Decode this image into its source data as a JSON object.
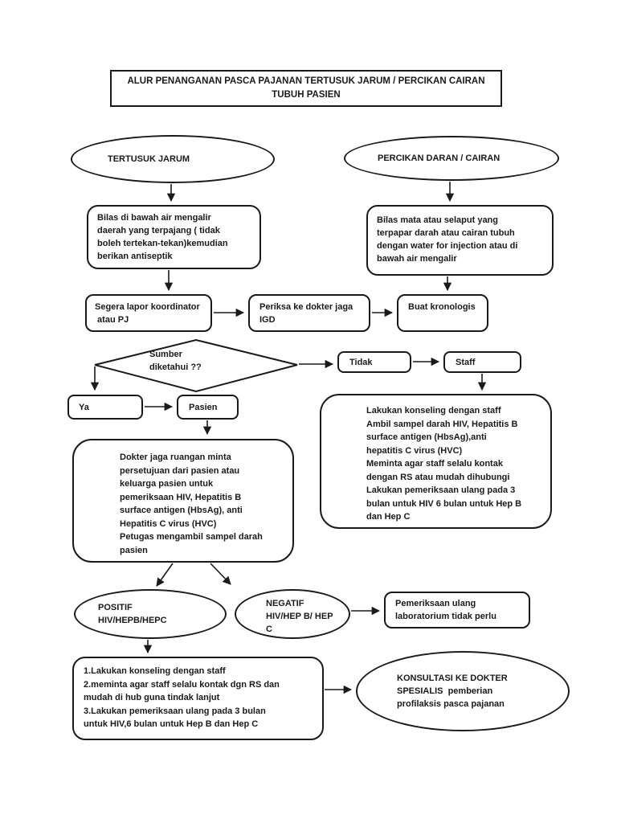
{
  "colors": {
    "ink": "#1a1a1a",
    "background": "#ffffff"
  },
  "title": {
    "text": "ALUR PENANGANAN PASCA PAJANAN TERTUSUK JARUM / PERCIKAN CAIRAN\nTUBUH PASIEN"
  },
  "nodes": {
    "tertusuk": {
      "label": "TERTUSUK JARUM"
    },
    "percikan": {
      "label": "PERCIKAN DARAN / CAIRAN"
    },
    "bilas_jarum": {
      "text": "Bilas di bawah air mengalir\ndaerah yang terpajang ( tidak\nboleh tertekan-tekan)kemudian\nberikan antiseptik"
    },
    "bilas_mata": {
      "text": "Bilas mata atau selaput yang\nterpapar darah atau cairan tubuh\ndengan water for injection atau di\nbawah air mengalir"
    },
    "lapor": {
      "text": "Segera lapor koordinator\n atau PJ"
    },
    "periksa": {
      "text": "Periksa ke dokter jaga\nIGD"
    },
    "kronologis": {
      "text": "Buat kronologis"
    },
    "sumber": {
      "text": "Sumber\ndiketahui ??"
    },
    "tidak": {
      "label": "Tidak"
    },
    "staff": {
      "label": "Staff"
    },
    "ya": {
      "label": "Ya"
    },
    "pasien": {
      "label": "Pasien"
    },
    "staff_branch": {
      "text": "Lakukan konseling dengan staff\nAmbil sampel darah HIV, Hepatitis B\nsurface antigen (HbsAg),anti\nhepatitis C virus (HVC)\nMeminta agar staff selalu kontak\ndengan RS atau mudah dihubungi\nLakukan pemeriksaan ulang pada 3\nbulan untuk HIV 6 bulan untuk Hep B\ndan Hep C"
    },
    "pasien_branch": {
      "text": "Dokter jaga ruangan minta\npersetujuan dari pasien atau\nkeluarga pasien untuk\npemeriksaan HIV, Hepatitis B\nsurface antigen (HbsAg), anti\nHepatitis C virus (HVC)\nPetugas mengambil sampel darah\npasien"
    },
    "positif": {
      "text": "POSITIF\nHIV/HEPB/HEPC"
    },
    "negatif": {
      "text": "NEGATIF\nHIV/HEP B/ HEP\nC"
    },
    "pemeriksaan": {
      "text": "Pemeriksaan ulang\nlaboratorium tidak perlu"
    },
    "konseling_bottom": {
      "text": "1.Lakukan konseling dengan staff\n2.meminta agar staff selalu kontak dgn RS dan\nmudah di hub guna tindak lanjut\n3.Lakukan pemeriksaan ulang pada 3 bulan\nuntuk HIV,6 bulan untuk Hep B dan Hep C"
    },
    "konsultasi": {
      "text": "KONSULTASI KE DOKTER\nSPESIALIS  pemberian\nprofilaksis pasca pajanan"
    }
  }
}
